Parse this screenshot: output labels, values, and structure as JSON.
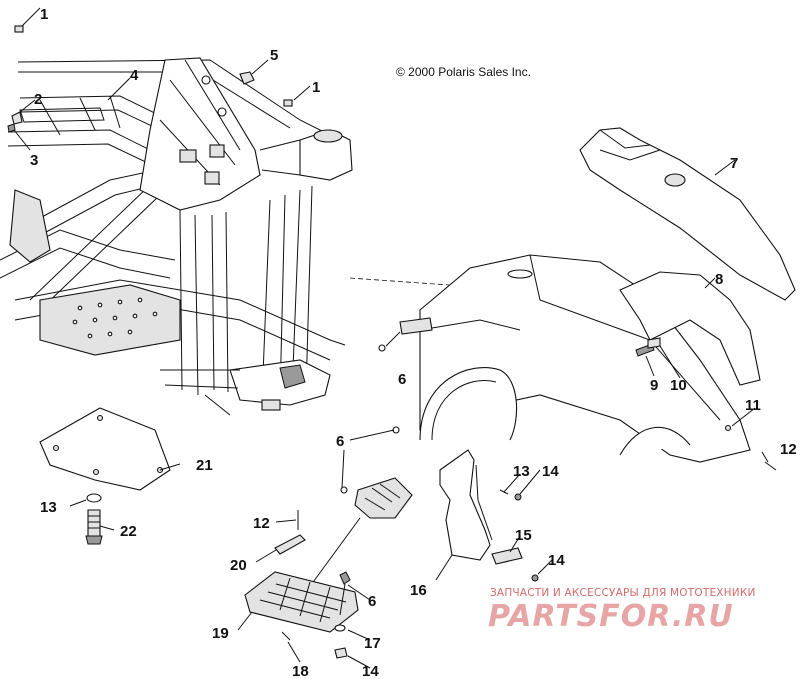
{
  "diagram": {
    "copyright": "© 2000 Polaris Sales Inc.",
    "callouts": {
      "c1a": "1",
      "c1b": "1",
      "c2": "2",
      "c3": "3",
      "c4": "4",
      "c5": "5",
      "c6a": "6",
      "c6b": "6",
      "c6c": "6",
      "c7": "7",
      "c8": "8",
      "c9": "9",
      "c10": "10",
      "c11": "11",
      "c12a": "12",
      "c12b": "12",
      "c13a": "13",
      "c13b": "13",
      "c14a": "14",
      "c14b": "14",
      "c14c": "14",
      "c15": "15",
      "c16": "16",
      "c17": "17",
      "c18": "18",
      "c19": "19",
      "c20": "20",
      "c21": "21",
      "c22": "22"
    }
  },
  "watermark": {
    "tagline": "ЗАПЧАСТИ И АКСЕССУАРЫ ДЛЯ МОТОТЕХНИКИ",
    "logo": "PARTSFOR.RU"
  }
}
